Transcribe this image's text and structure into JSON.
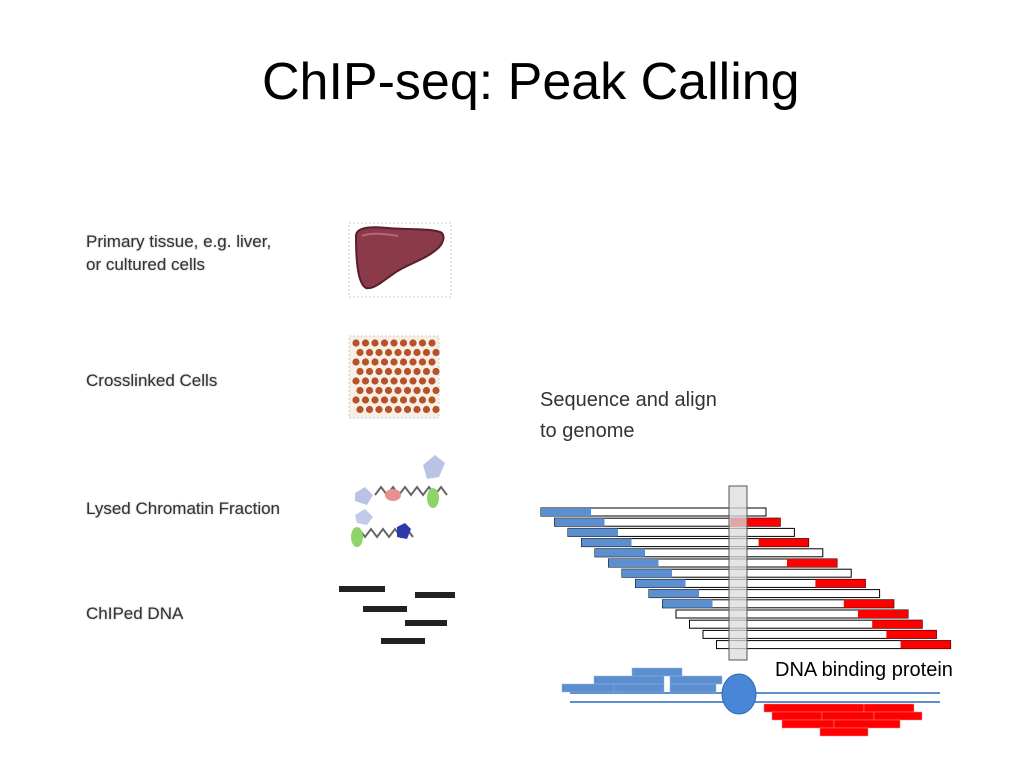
{
  "slide": {
    "title": "ChIP-seq:  Peak Calling"
  },
  "steps": [
    {
      "label": "Primary tissue, e.g. liver,\nor cultured cells",
      "icon": "liver-icon"
    },
    {
      "label": "Crosslinked Cells",
      "icon": "crosslinked-cells-icon"
    },
    {
      "label": "Lysed Chromatin Fraction",
      "icon": "chromatin-fraction-icon"
    },
    {
      "label": "ChIPed DNA",
      "icon": "chiped-dna-icon"
    }
  ],
  "annotations": {
    "sequence_align": "Sequence and align\nto genome",
    "binding_protein": "DNA binding protein"
  },
  "colors": {
    "forward_read": "#5b8fd0",
    "reverse_read": "#ff0000",
    "genome_line": "#5b8fd0",
    "protein": "#4a86d6",
    "liver": "#8b3a4a",
    "cell": "#b5522a",
    "highlight_bar": "#dcdcdc"
  }
}
